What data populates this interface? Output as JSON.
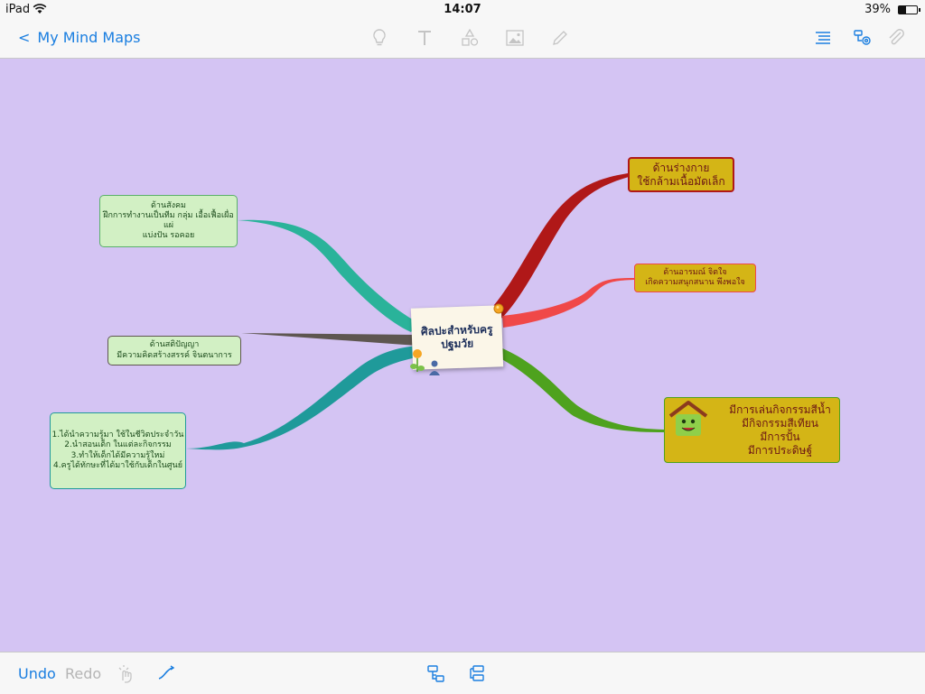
{
  "status": {
    "device": "iPad",
    "time": "14:07",
    "battery": "39%",
    "battery_level": 0.39
  },
  "nav": {
    "back_label": "My Mind Maps",
    "tools": [
      "lightbulb-icon",
      "text-icon",
      "shapes-icon",
      "image-icon",
      "pencil-icon"
    ],
    "right_tools": [
      "outline-list-icon",
      "map-settings-icon",
      "attachment-icon"
    ]
  },
  "map": {
    "center": {
      "lines": [
        "ศิลปะสำหรับครู",
        "ปฐมวัย"
      ]
    },
    "nodes": {
      "social": {
        "lines": [
          "ด้านสังคม",
          "ฝึกการทำงานเป็นทีม กลุ่ม เอื้อเฟื้อเผื่อ",
          "แผ่",
          "แบ่งปัน รอคอย"
        ]
      },
      "intellect": {
        "lines": [
          "ด้านสติปัญญา",
          "มีความคิดสร้างสรรค์ จินตนาการ"
        ]
      },
      "benefits": {
        "lines": [
          "1.ได้นำความรู้มา ใช้ในชีวิตประจำวัน",
          "2.นำสอนเด็ก ในแต่ละกิจกรรม",
          "3.ทำให้เด็กได้มีความรู้ใหม่",
          "4.ครูได้ทักษะที่ได้มาใช้กับเด็กในศูนย์"
        ]
      },
      "physical": {
        "lines": [
          "ด้านร่างกาย",
          "ใช้กล้ามเนื้อมัดเล็ก"
        ]
      },
      "emotion": {
        "lines": [
          "ด้านอารมณ์ จิตใจ",
          "เกิดความสนุกสนาน พึงพอใจ"
        ]
      },
      "activities": {
        "lines": [
          "มีการเล่นกิจกรรมสีน้ำ",
          "มีกิจกรรมสีเทียน",
          "มีการปั้น",
          "มีการประดิษฐ์"
        ]
      }
    },
    "colors": {
      "background": "#d4c4f3",
      "branch_social": "#2ab39a",
      "branch_intellect": "#5e5650",
      "branch_benefits": "#1f9a9a",
      "branch_physical": "#b01818",
      "branch_emotion": "#f04848",
      "branch_activities": "#4ea21e"
    }
  },
  "bottom": {
    "undo": "Undo",
    "redo": "Redo",
    "tools": [
      "magic-gesture-icon",
      "connector-icon",
      "add-child-icon",
      "add-sibling-icon"
    ]
  }
}
